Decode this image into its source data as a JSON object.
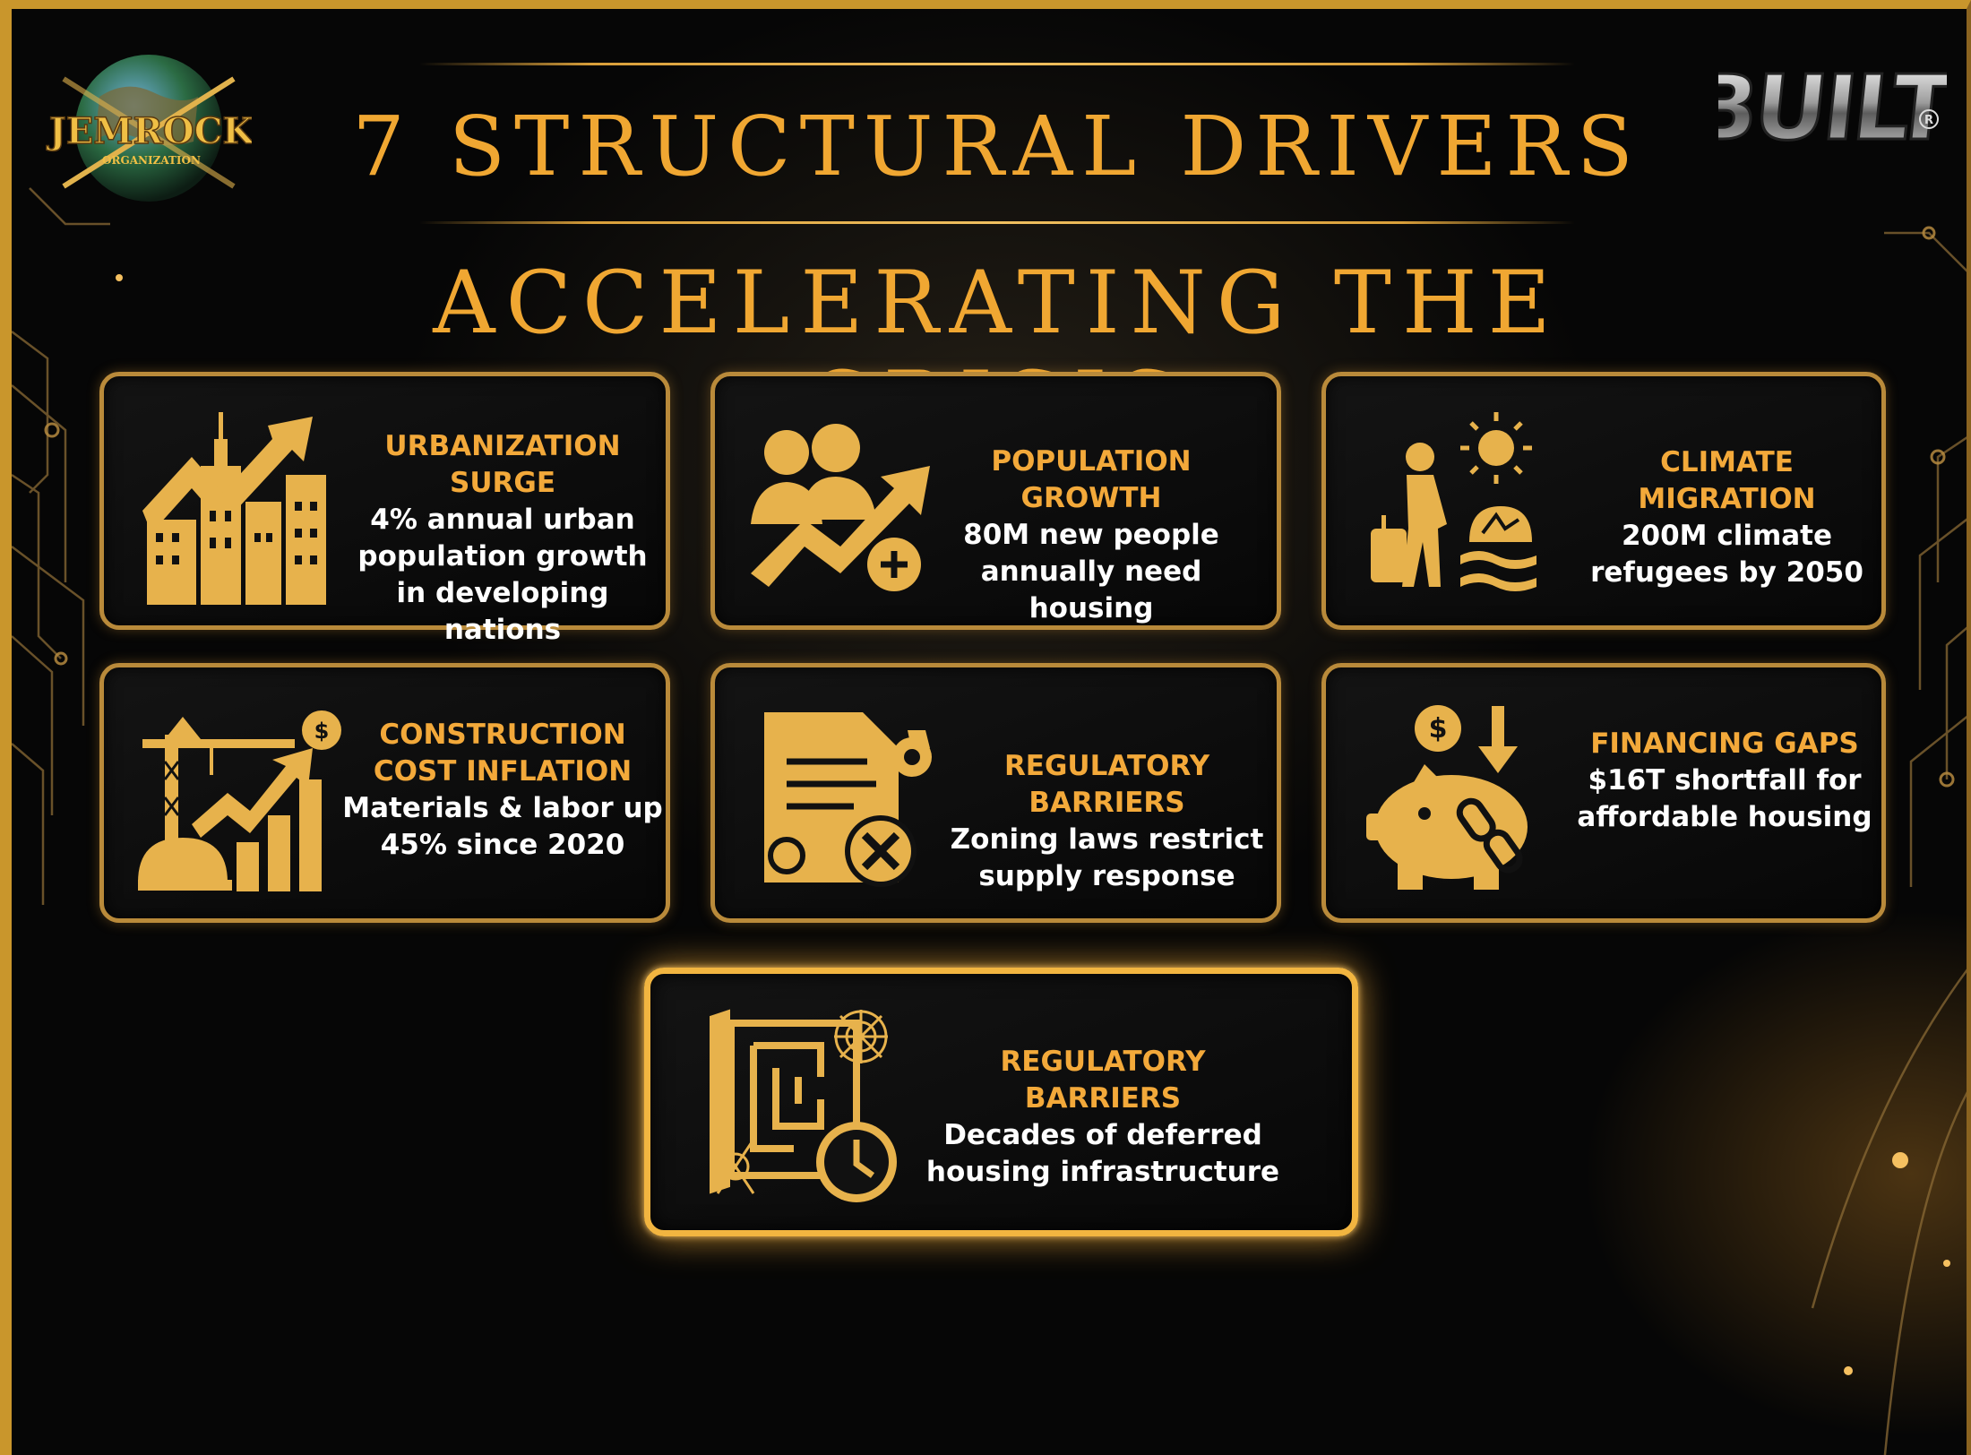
{
  "header": {
    "title": "7 STRUCTURAL DRIVERS",
    "subtitle": "ACCELERATING THE CRISIS"
  },
  "logos": {
    "left": "jemrock-organization-logo",
    "right": "built-logo"
  },
  "colors": {
    "gold": "#f3a93a",
    "frame": "#c9962c",
    "background": "#060606",
    "text": "#ffffff"
  },
  "cards": [
    {
      "icon": "city-growth-icon",
      "heading": "URBANIZATION SURGE",
      "body": "4% annual urban population growth in developing nations"
    },
    {
      "icon": "population-growth-icon",
      "heading": "POPULATION GROWTH",
      "body": "80M new people annually need housing"
    },
    {
      "icon": "climate-migration-icon",
      "heading": "CLIMATE MIGRATION",
      "body": "200M climate refugees by 2050"
    },
    {
      "icon": "construction-cost-icon",
      "heading": "CONSTRUCTION COST INFLATION",
      "body": "Materials & labor up 45% since 2020"
    },
    {
      "icon": "regulatory-document-icon",
      "heading": "REGULATORY BARRIERS",
      "body": "Zoning laws restrict supply response"
    },
    {
      "icon": "piggy-bank-chain-icon",
      "heading": "FINANCING GAPS",
      "body": "$16T shortfall for affordable housing"
    },
    {
      "icon": "deferred-infrastructure-icon",
      "heading": "REGULATORY BARRIERS",
      "body": "Decades of deferred housing infrastructure"
    }
  ]
}
